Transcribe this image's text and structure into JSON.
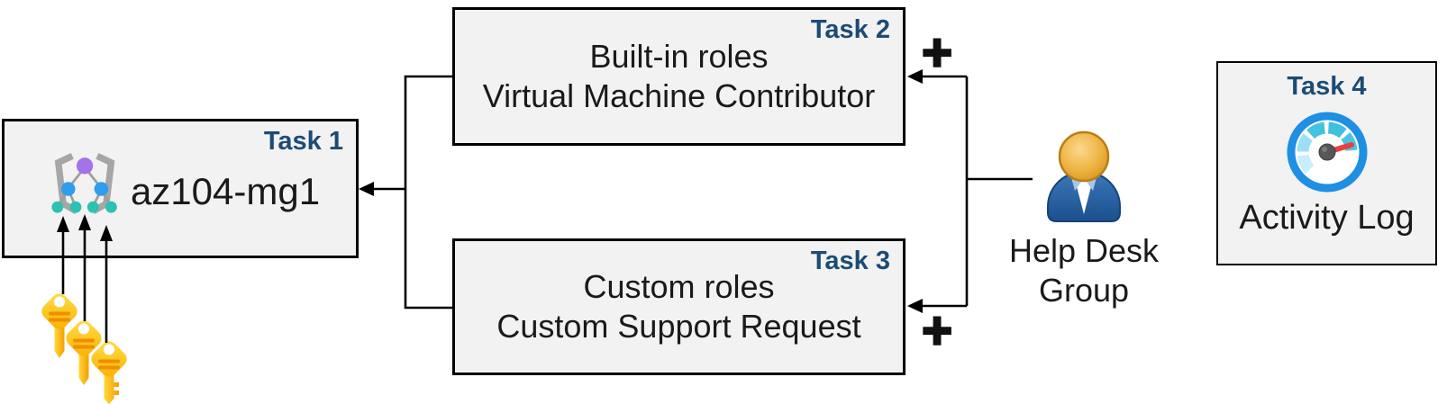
{
  "theme": {
    "box_fill": "#f2f2f2",
    "box_border": "#000000",
    "task_label": "#1c4b75",
    "text_color": "#1a1a1a",
    "connector": "#000000"
  },
  "boxes": {
    "task1": {
      "label": "Task 1",
      "title": "az104-mg1",
      "icon": "management-group-icon"
    },
    "task2": {
      "label": "Task 2",
      "line1": "Built-in roles",
      "line2": "Virtual Machine Contributor"
    },
    "task3": {
      "label": "Task 3",
      "line1": "Custom roles",
      "line2": "Custom Support Request"
    },
    "task4": {
      "label": "Task 4",
      "title": "Activity Log",
      "icon": "activity-log-gauge-icon"
    }
  },
  "actor": {
    "line1": "Help Desk",
    "line2": "Group",
    "icon": "person-icon"
  },
  "symbols": {
    "plus_top": "+",
    "plus_bottom": "+"
  },
  "icons": {
    "keys": "keys-icon",
    "management_group": "management-group-icon",
    "gauge": "activity-log-gauge-icon",
    "person": "person-icon"
  },
  "icon_colors": {
    "mg_purple": "#a472ea",
    "mg_blue": "#2f9ded",
    "mg_teal": "#2cc2b2",
    "mg_bracket_gray": "#a6a6a6",
    "gauge_ring_blue": "#1e8fe3",
    "gauge_teal": "#41c0dd",
    "gauge_light_blue": "#c8edfc",
    "gauge_needle_red": "#e8413c",
    "gauge_hub_gray": "#575757",
    "key_yellow": "#ffd83d",
    "key_orange": "#f9a602",
    "key_detail_orange": "#ee8f00",
    "person_body_blue": "#2d6cb0",
    "person_head_gold": "#edb23f"
  }
}
